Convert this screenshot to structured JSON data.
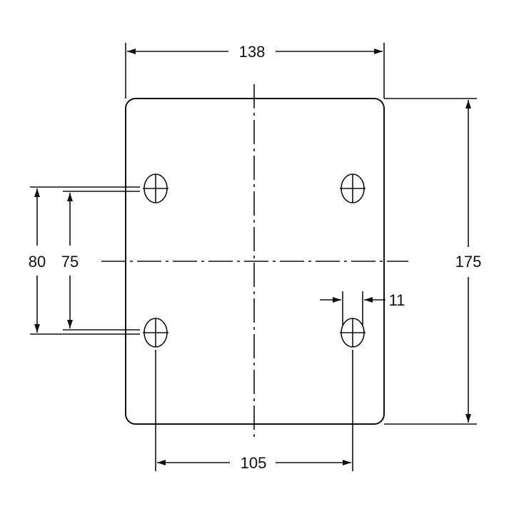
{
  "colors": {
    "line": "#111111",
    "background": "#ffffff"
  },
  "dimensions": {
    "width": "138",
    "height": "175",
    "hole_spacing_outer": "80",
    "hole_spacing_inner": "75",
    "hole_spacing_horizontal": "105",
    "slot_width": "11"
  }
}
